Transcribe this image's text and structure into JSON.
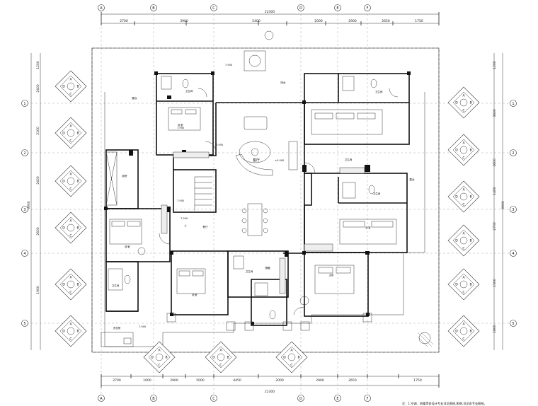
{
  "dimensions": {
    "top_total": "22300",
    "top_segments": [
      "2700",
      "3900",
      "5400",
      "2000",
      "2900",
      "2650",
      "1750"
    ],
    "bottom_total": "22300",
    "bottom_segments": [
      "2700",
      "1000",
      "2900",
      "5000",
      "4450",
      "2000",
      "2900",
      "2650",
      "1750"
    ],
    "left_total": "9900",
    "left_segments": [
      "1200",
      "2400",
      "2100",
      "2400",
      "2600",
      "1900"
    ],
    "right_total": "9900",
    "right_segments": [
      "1200",
      "3600",
      "1600",
      "1400",
      "2700",
      "1500",
      "1800"
    ]
  },
  "axes": {
    "top": [
      "A",
      "B",
      "C",
      "D",
      "E",
      "F"
    ],
    "left": [
      "1",
      "2",
      "3",
      "4",
      "5"
    ],
    "right": [
      "1",
      "2",
      "3",
      "4",
      "5"
    ]
  },
  "rooms": {
    "living": "客厅",
    "dining": "餐厅",
    "master_bedroom": "主卧",
    "bedroom_nw": "卧室",
    "bedroom_w": "卧室",
    "bedroom_sw": "卧室",
    "bedroom_e": "卧室",
    "kitchen": "厨房",
    "bathroom_n": "卫生间",
    "bathroom_e": "卫生间",
    "bathroom_s": "卫生间",
    "bathroom_w": "卫生间",
    "bathroom_c": "卫生间",
    "storage": "储藏",
    "laundry": "洗衣房",
    "terrace_e": "露台",
    "terrace_w": "露台",
    "stair": "上",
    "balcony": "阳台",
    "elev_labels": [
      "7.950",
      "7.950",
      "7.950",
      "7.950",
      "7.950",
      "7.900",
      "±0.000"
    ]
  },
  "legend_glyph": {
    "a": "A",
    "b": "B",
    "c": "C",
    "d": "D"
  },
  "note": "注：1.空调、地暖等各设计专业详见图纸,图例,详见各专业图纸。"
}
